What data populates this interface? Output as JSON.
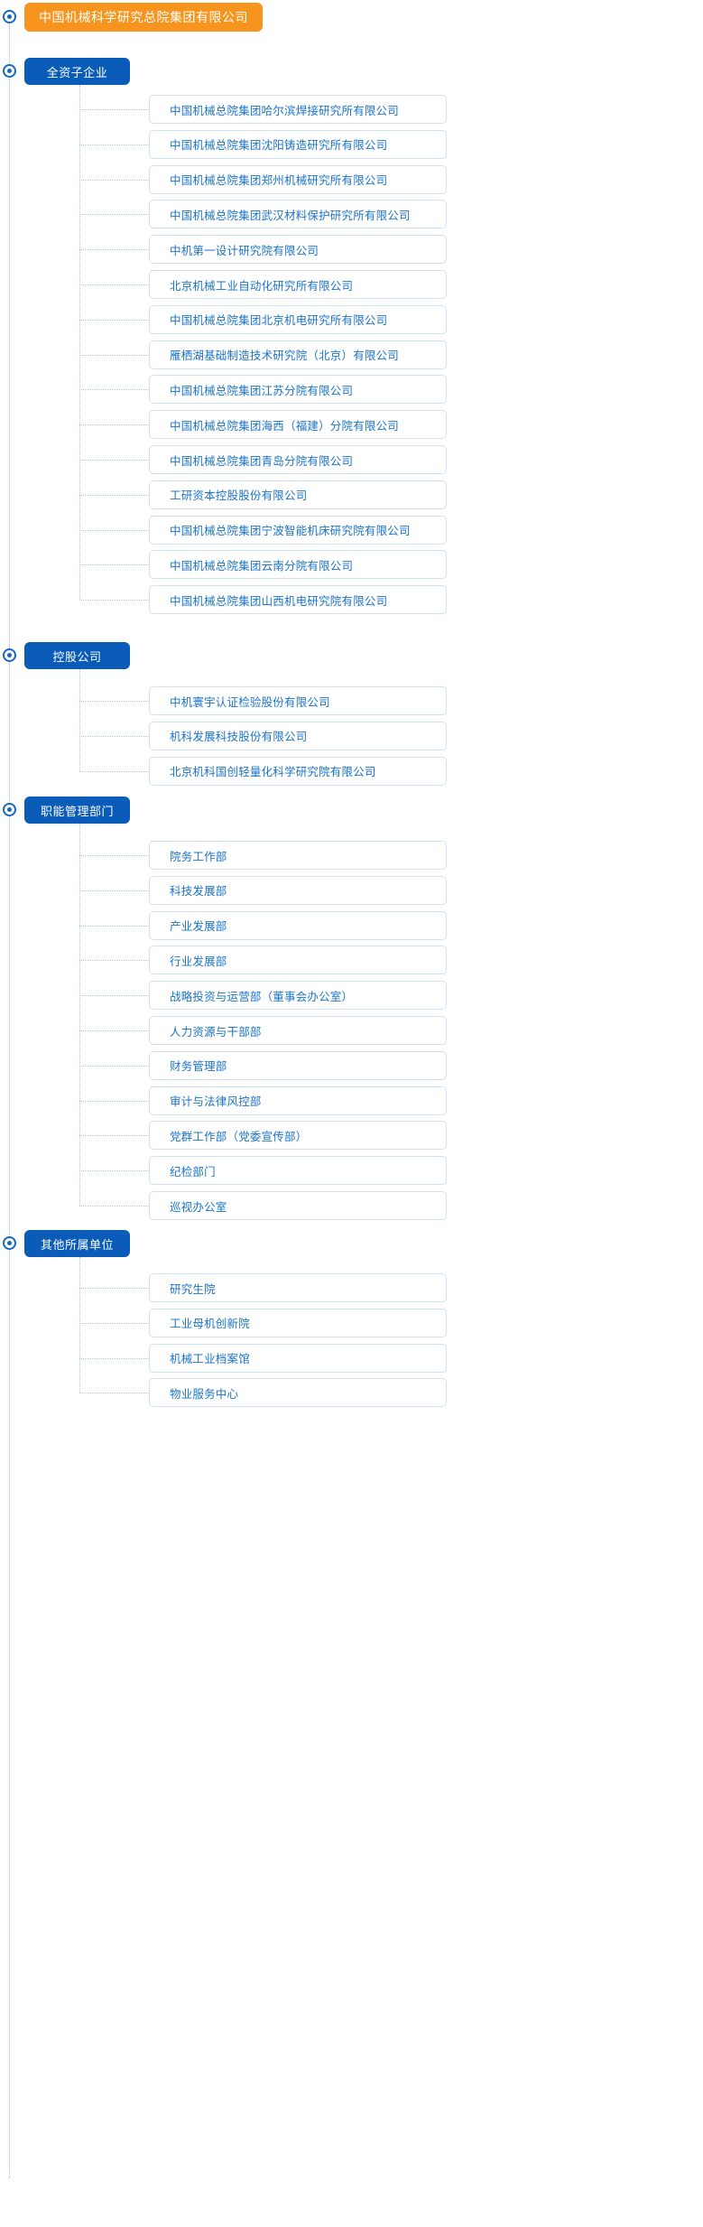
{
  "colors": {
    "root_badge": "#f7941e",
    "category_badge": "#0a5cb8",
    "leaf_text": "#1a73c8",
    "leaf_border": "#cfe2f5",
    "spine": "#8fb8e0"
  },
  "root": {
    "label": "中国机械科学研究总院集团有限公司"
  },
  "categories": [
    {
      "label": "全资子企业",
      "items": [
        "中国机械总院集团哈尔滨焊接研究所有限公司",
        "中国机械总院集团沈阳铸造研究所有限公司",
        "中国机械总院集团郑州机械研究所有限公司",
        "中国机械总院集团武汉材料保护研究所有限公司",
        "中机第一设计研究院有限公司",
        "北京机械工业自动化研究所有限公司",
        "中国机械总院集团北京机电研究所有限公司",
        "雁栖湖基础制造技术研究院（北京）有限公司",
        "中国机械总院集团江苏分院有限公司",
        "中国机械总院集团海西（福建）分院有限公司",
        "中国机械总院集团青岛分院有限公司",
        "工研资本控股股份有限公司",
        "中国机械总院集团宁波智能机床研究院有限公司",
        "中国机械总院集团云南分院有限公司",
        "中国机械总院集团山西机电研究院有限公司"
      ]
    },
    {
      "label": "控股公司",
      "items": [
        "中机寰宇认证检验股份有限公司",
        "机科发展科技股份有限公司",
        "北京机科国创轻量化科学研究院有限公司"
      ]
    },
    {
      "label": "职能管理部门",
      "items": [
        "院务工作部",
        "科技发展部",
        "产业发展部",
        "行业发展部",
        "战略投资与运营部（董事会办公室）",
        "人力资源与干部部",
        "财务管理部",
        "审计与法律风控部",
        "党群工作部（党委宣传部）",
        "纪检部门",
        "巡视办公室"
      ]
    },
    {
      "label": "其他所属单位",
      "items": [
        "研究生院",
        "工业母机创新院",
        "机械工业档案馆",
        "物业服务中心"
      ]
    }
  ]
}
